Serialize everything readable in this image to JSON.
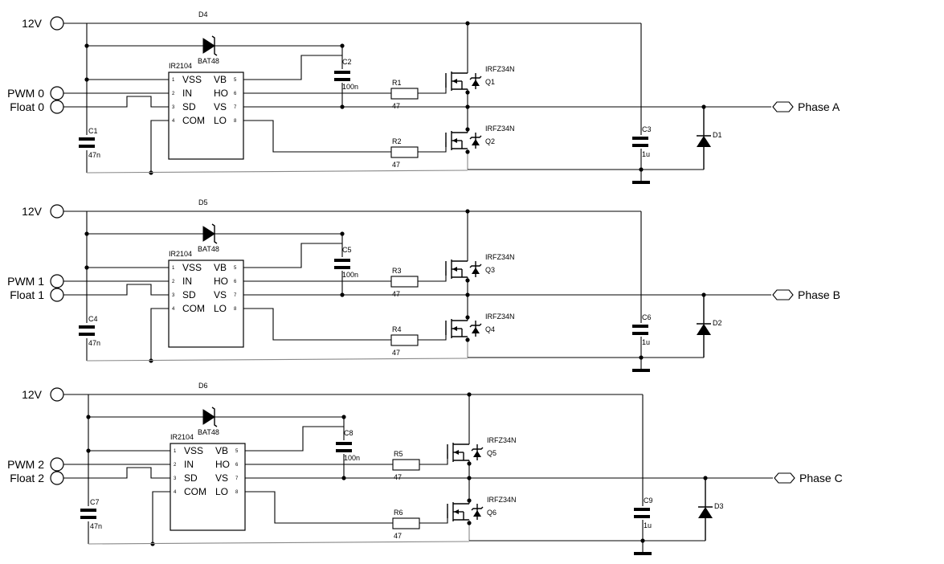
{
  "supply_label": "12V",
  "stages": [
    {
      "pwm": "PWM 0",
      "float": "Float 0",
      "phase": "Phase A",
      "ic": "IR2104",
      "boot_diode": "D4",
      "boot_diode_part": "BAT48",
      "boot_cap": "C2",
      "boot_cap_val": "100n",
      "r_hi": "R1",
      "r_hi_val": "47",
      "r_lo": "R2",
      "r_lo_val": "47",
      "q_hi": "Q1",
      "q_lo": "Q2",
      "mosfet": "IRFZ34N",
      "c_in": "C1",
      "c_in_val": "47n",
      "c_out": "C3",
      "c_out_val": "1u",
      "d_fw": "D1"
    },
    {
      "pwm": "PWM 1",
      "float": "Float 1",
      "phase": "Phase B",
      "ic": "IR2104",
      "boot_diode": "D5",
      "boot_diode_part": "BAT48",
      "boot_cap": "C5",
      "boot_cap_val": "100n",
      "r_hi": "R3",
      "r_hi_val": "47",
      "r_lo": "R4",
      "r_lo_val": "47",
      "q_hi": "Q3",
      "q_lo": "Q4",
      "mosfet": "IRFZ34N",
      "c_in": "C4",
      "c_in_val": "47n",
      "c_out": "C6",
      "c_out_val": "1u",
      "d_fw": "D2"
    },
    {
      "pwm": "PWM 2",
      "float": "Float 2",
      "phase": "Phase C",
      "ic": "IR2104",
      "boot_diode": "D6",
      "boot_diode_part": "BAT48",
      "boot_cap": "C8",
      "boot_cap_val": "100n",
      "r_hi": "R5",
      "r_hi_val": "47",
      "r_lo": "R6",
      "r_lo_val": "47",
      "q_hi": "Q5",
      "q_lo": "Q6",
      "mosfet": "IRFZ34N",
      "c_in": "C7",
      "c_in_val": "47n",
      "c_out": "C9",
      "c_out_val": "1u",
      "d_fw": "D3"
    }
  ],
  "ic_pins": {
    "left": [
      {
        "num": "1",
        "name": "VSS"
      },
      {
        "num": "2",
        "name": "IN"
      },
      {
        "num": "3",
        "name": "SD"
      },
      {
        "num": "4",
        "name": "COM"
      }
    ],
    "right": [
      {
        "num": "5",
        "name": "VB"
      },
      {
        "num": "6",
        "name": "HO"
      },
      {
        "num": "7",
        "name": "VS"
      },
      {
        "num": "8",
        "name": "LO"
      }
    ]
  }
}
